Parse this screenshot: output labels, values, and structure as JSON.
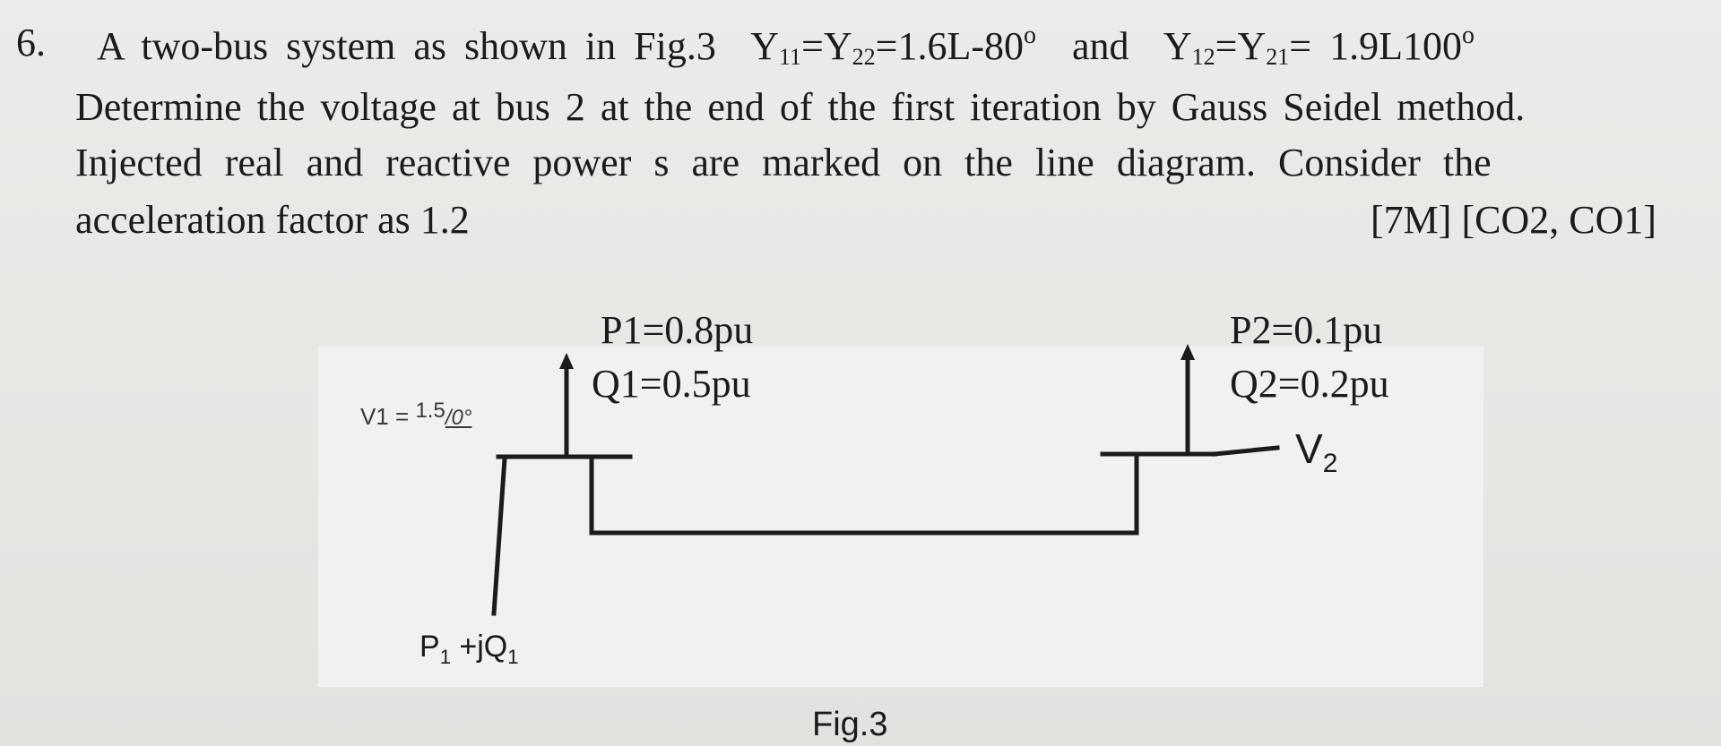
{
  "question": {
    "number": "6.",
    "line1": {
      "intro": "A two-bus system as shown in Fig.3",
      "y11_base": "Y",
      "y11_sub": "11",
      "eq1": "=Y",
      "y22_sub": "22",
      "y_self_value": "=1.6L-80",
      "deg1": "o",
      "and": "and",
      "y12_base": "Y",
      "y12_sub": "12",
      "eq2": "=Y",
      "y21_sub": "21",
      "y_mutual_value": "= 1.9L100",
      "deg2": "o"
    },
    "line2": "Determine the voltage at bus 2 at the end of the first iteration by Gauss Seidel method.",
    "line3": "Injected real and reactive power s are marked on the line diagram. Consider the",
    "line4": "acceleration factor as 1.2",
    "marks": "[7M] [CO2, CO1]"
  },
  "figure": {
    "bus1": {
      "p_label": "P1=0.8pu",
      "q_label": "Q1=0.5pu",
      "voltage_prefix": "V1 =",
      "voltage_magnitude": "1.5",
      "voltage_angle": "/0°",
      "injection_main": "P",
      "injection_sub1": "1",
      "injection_mid": " +jQ",
      "injection_sub2": "1"
    },
    "bus2": {
      "p_label": "P2=0.1pu",
      "q_label": "Q2=0.2pu",
      "voltage_main": "V",
      "voltage_sub": "2"
    },
    "caption": "Fig.3"
  },
  "colors": {
    "ink": "#1b1b1b",
    "background": "#e8e8e6",
    "figure_panel": "#f1f1ef"
  }
}
